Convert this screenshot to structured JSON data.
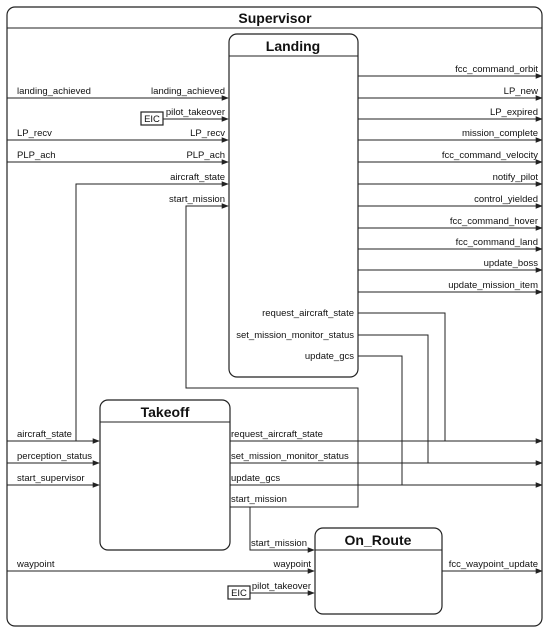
{
  "diagram": {
    "title": "Supervisor",
    "landing": {
      "title": "Landing",
      "inputs": [
        "landing_achieved",
        "pilot_takeover",
        "LP_recv",
        "PLP_ach",
        "aircraft_state",
        "start_mission"
      ],
      "outputs": [
        "fcc_command_orbit",
        "LP_new",
        "LP_expired",
        "mission_complete",
        "fcc_command_velocity",
        "notify_pilot",
        "control_yielded",
        "fcc_command_hover",
        "fcc_command_land",
        "update_boss",
        "update_mission_item"
      ],
      "internal_outputs": [
        "request_aircraft_state",
        "set_mission_monitor_status",
        "update_gcs"
      ],
      "eic": "EIC"
    },
    "takeoff": {
      "title": "Takeoff",
      "outputs": [
        "request_aircraft_state",
        "set_mission_monitor_status",
        "update_gcs",
        "start_mission"
      ]
    },
    "on_route": {
      "title": "On_Route",
      "inputs": [
        "start_mission",
        "waypoint",
        "pilot_takeover"
      ],
      "output": "fcc_waypoint_update",
      "eic": "EIC"
    },
    "external_inputs": {
      "landing_achieved": "landing_achieved",
      "lp_recv": "LP_recv",
      "plp_ach": "PLP_ach",
      "aircraft_state": "aircraft_state",
      "perception_status": "perception_status",
      "start_supervisor": "start_supervisor",
      "waypoint": "waypoint"
    }
  }
}
